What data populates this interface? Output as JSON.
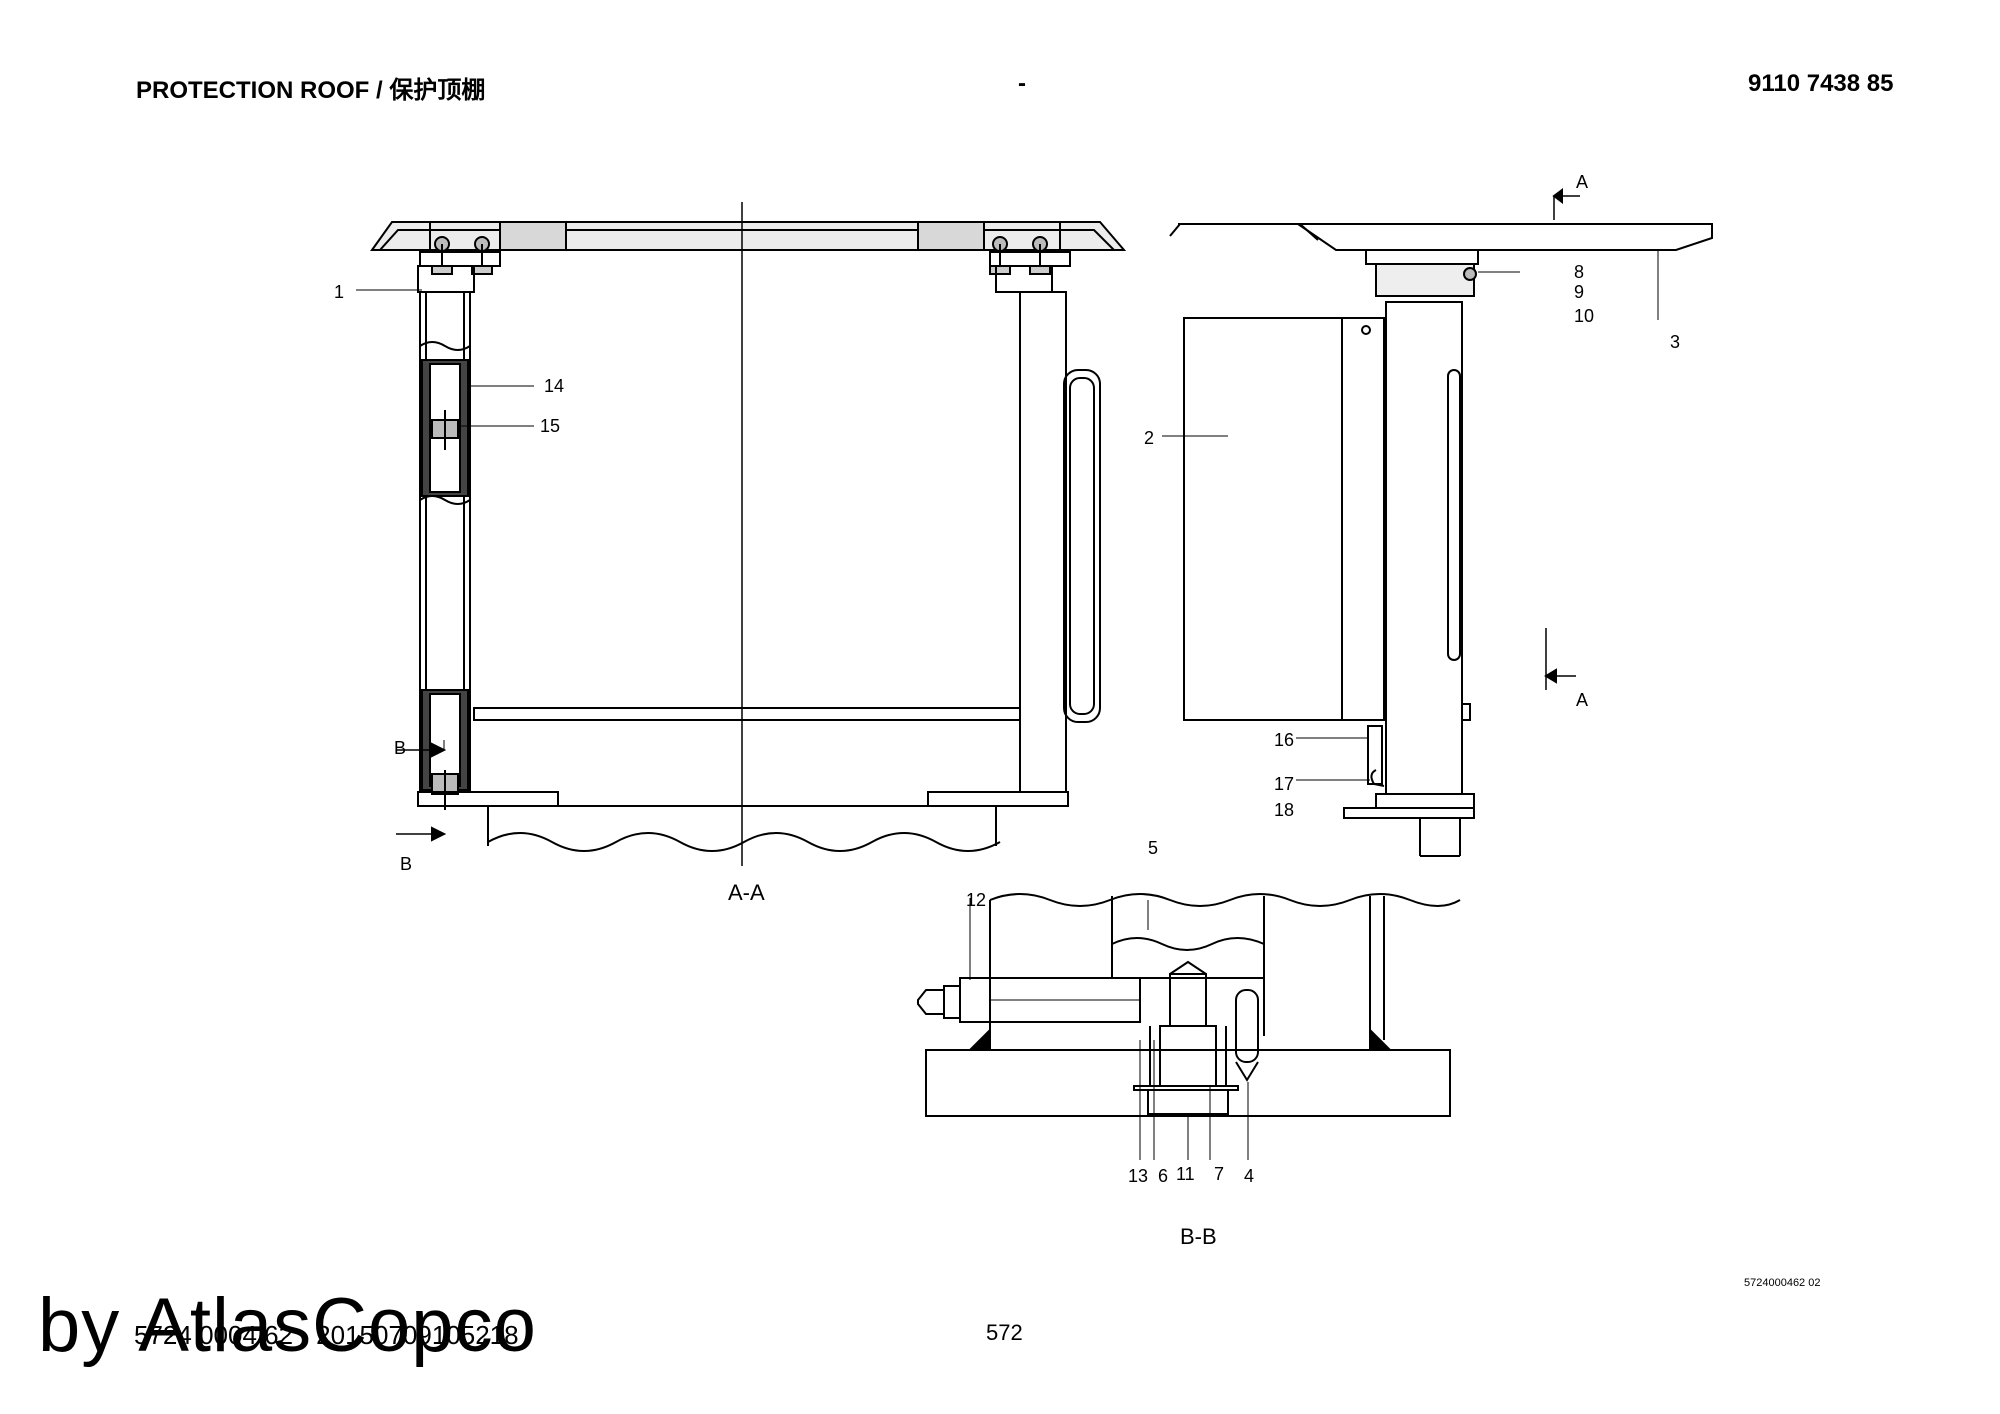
{
  "header": {
    "title": "PROTECTION ROOF / 保护顶棚",
    "separator": "-",
    "doc_number": "9110 7438 85"
  },
  "labels": {
    "p1": "1",
    "p2": "2",
    "p3": "3",
    "p4": "4",
    "p5": "5",
    "p6": "6",
    "p7": "7",
    "p8": "8",
    "p9": "9",
    "p10": "10",
    "p11": "11",
    "p12": "12",
    "p13": "13",
    "p14": "14",
    "p15": "15",
    "p16": "16",
    "p17": "17",
    "p18": "18",
    "section_a": "A",
    "section_b": "B",
    "view_aa": "A-A",
    "view_bb": "B-B"
  },
  "footer": {
    "reference": "5724000462 02",
    "code": "5724 0004 62 - 20150709105218",
    "page_number": "572",
    "watermark": "by AtlasCopco"
  }
}
